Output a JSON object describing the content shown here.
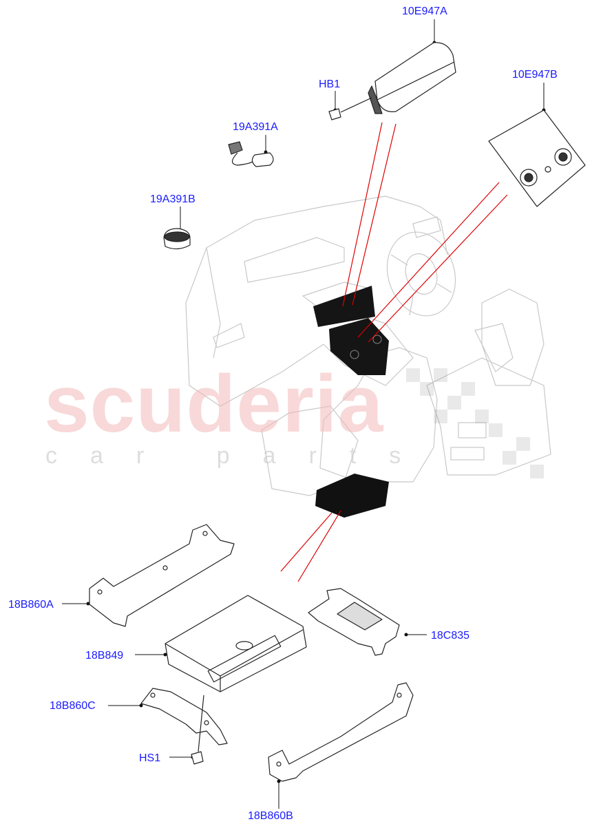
{
  "watermark": {
    "brand": "scuderia",
    "tagline": "car parts"
  },
  "labels": [
    {
      "id": "10e947a",
      "text": "10E947A"
    },
    {
      "id": "hb1",
      "text": "HB1"
    },
    {
      "id": "19a391a",
      "text": "19A391A"
    },
    {
      "id": "10e947b",
      "text": "10E947B"
    },
    {
      "id": "19a391b",
      "text": "19A391B"
    },
    {
      "id": "18b860a",
      "text": "18B860A"
    },
    {
      "id": "18c835",
      "text": "18C835"
    },
    {
      "id": "18b849",
      "text": "18B849"
    },
    {
      "id": "18b860c",
      "text": "18B860C"
    },
    {
      "id": "hs1",
      "text": "HS1"
    },
    {
      "id": "18b860b",
      "text": "18B860B"
    }
  ],
  "colors": {
    "label": "#1a1aff",
    "callout": "#dd0000",
    "linework": "#222222",
    "ghost": "#c8c8c8"
  }
}
